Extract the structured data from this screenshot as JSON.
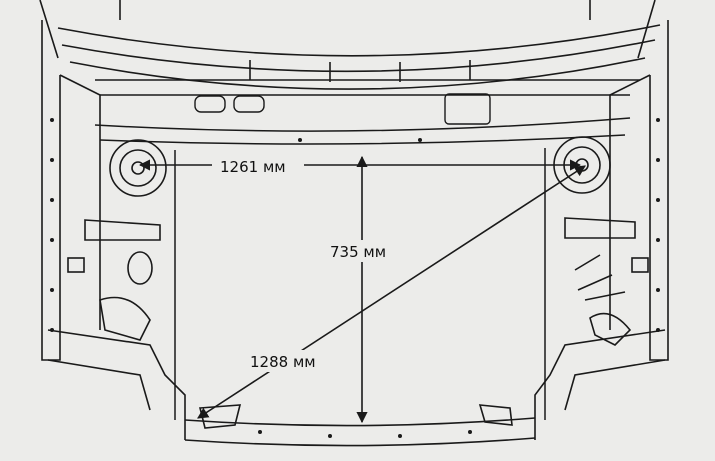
{
  "diagram": {
    "measurements": [
      {
        "id": "width",
        "label": "1261 мм"
      },
      {
        "id": "height",
        "label": "735 мм"
      },
      {
        "id": "diagonal",
        "label": "1288 мм"
      }
    ],
    "colors": {
      "background": "#ececea",
      "ink": "#1a1a1a"
    }
  }
}
